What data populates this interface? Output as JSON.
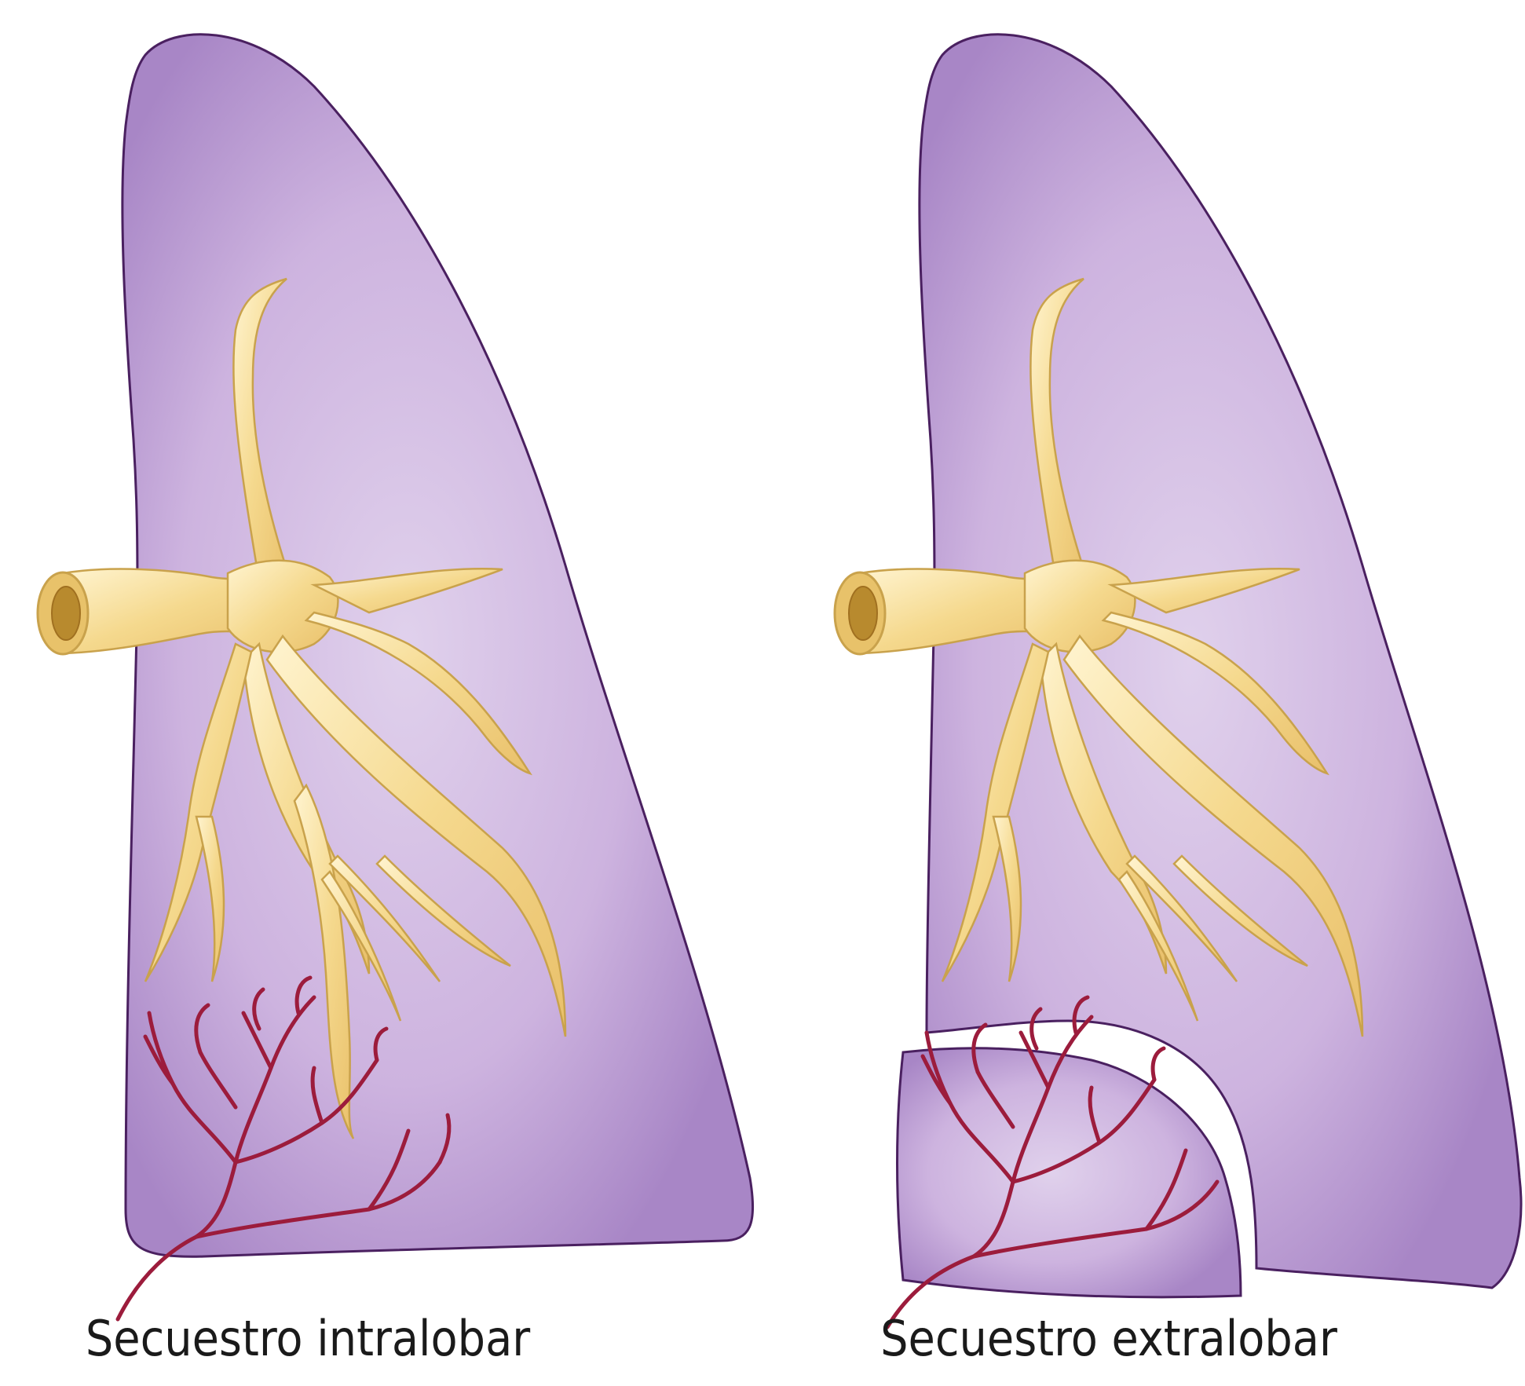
{
  "panels": [
    {
      "id": "intralobar",
      "caption": "Secuestro intralobar"
    },
    {
      "id": "extralobar",
      "caption": "Secuestro extralobar"
    }
  ],
  "colors": {
    "lung_fill": "#c9aedc",
    "lung_edge": "#4a2060",
    "lung_highlight": "#ddd0ea",
    "bronchi_fill": "#f6dc98",
    "bronchi_highlight": "#fff6d8",
    "bronchi_edge": "#c9a24c",
    "vessels": "#9c1c3c",
    "caption_text": "#1a1a1a"
  },
  "icons": [
    "lung-shape",
    "bronchial-tree",
    "systemic-artery"
  ]
}
